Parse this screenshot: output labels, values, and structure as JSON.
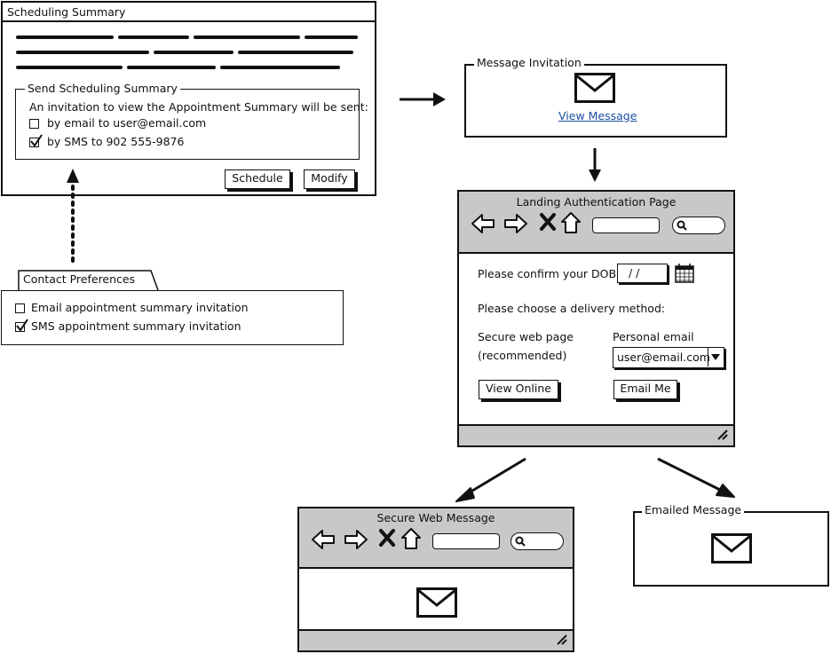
{
  "scheduling_summary": {
    "title": "Scheduling Summary",
    "group_label": "Send Scheduling Summary",
    "intro": "An invitation to view the Appointment Summary will be sent:",
    "option_email": "by email to user@email.com",
    "option_email_checked": false,
    "option_sms": "by SMS to 902 555-9876",
    "option_sms_checked": true,
    "schedule_button": "Schedule",
    "modify_button": "Modify"
  },
  "contact_preferences": {
    "tab_label": "Contact Preferences",
    "email_option": "Email appointment summary invitation",
    "email_checked": false,
    "sms_option": "SMS appointment summary invitation",
    "sms_checked": true
  },
  "message_invitation": {
    "label": "Message Invitation",
    "icon": "envelope-icon",
    "link": "View Message"
  },
  "landing_page": {
    "title": "Landing Authentication Page",
    "dob_label": "Please confirm your DOB:",
    "dob_value": "/ /",
    "delivery_label": "Please choose a delivery method:",
    "secure_label": "Secure web page",
    "secure_sub": "(recommended)",
    "email_label": "Personal email",
    "email_value": "user@email.com",
    "view_online_button": "View Online",
    "email_me_button": "Email Me"
  },
  "secure_web_message": {
    "title": "Secure Web Message",
    "icon": "envelope-icon"
  },
  "emailed_message": {
    "label": "Emailed Message",
    "icon": "envelope-icon"
  }
}
